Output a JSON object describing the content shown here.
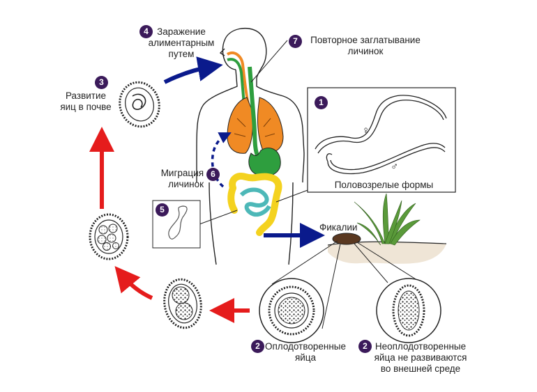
{
  "colors": {
    "badge": "#3b1a5a",
    "red_arrow": "#e51c1c",
    "blue_arrow": "#0a1a8c",
    "lungs": "#f08a24",
    "stomach_green": "#2e9e3e",
    "colon_yellow": "#f4d21f",
    "small_intestine_teal": "#4db8b8",
    "feces_brown": "#5a3820",
    "soil": "#efe5d6",
    "grass": "#5a9a3a"
  },
  "steps": [
    {
      "number": "1",
      "lines": [
        "Половозрелые формы"
      ],
      "symbols": {
        "female": "♀",
        "male": "♂"
      }
    },
    {
      "number": "2",
      "lines": [
        "Оплодотворенные",
        "яйца"
      ]
    },
    {
      "number": "2",
      "lines": [
        "Неоплодотворенные",
        "яйца не развиваются",
        "во внешней среде"
      ]
    },
    {
      "number": "3",
      "lines": [
        "Развитие",
        "яиц в почве"
      ]
    },
    {
      "number": "4",
      "lines": [
        "Заражение",
        "алиментарным",
        "путем"
      ]
    },
    {
      "number": "5",
      "lines": []
    },
    {
      "number": "6",
      "lines": [
        "Миграция",
        "личинок"
      ]
    },
    {
      "number": "7",
      "lines": [
        "Повторное заглатывание",
        "личинок"
      ]
    }
  ],
  "feces_label": "Фикалии",
  "icons": [
    "egg-fertilized-icon",
    "egg-unfertilized-icon",
    "worm-female-icon",
    "worm-male-icon",
    "larva-icon",
    "grass-icon",
    "human-body-icon"
  ]
}
